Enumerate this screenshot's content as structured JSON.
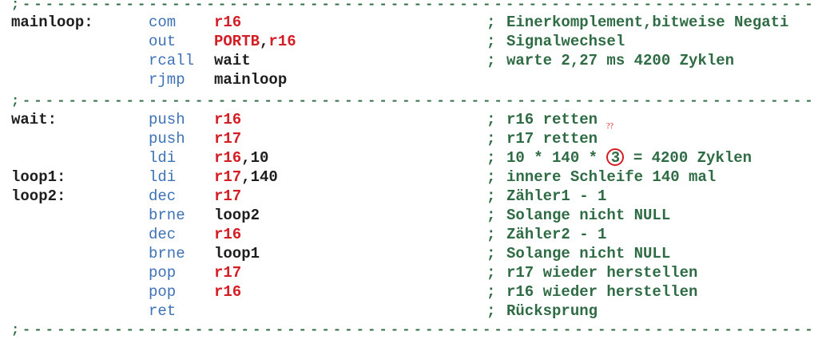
{
  "separator_char": ";",
  "rows": [
    {
      "label": "mainloop:",
      "op": "com",
      "args": [
        {
          "t": "r16",
          "reg": true
        }
      ],
      "comment": "Einerkomplement,bitweise Negati"
    },
    {
      "label": "",
      "op": "out",
      "args": [
        {
          "t": "PORTB",
          "reg": true
        },
        {
          "t": ",",
          "reg": false
        },
        {
          "t": "r16",
          "reg": true
        }
      ],
      "comment": "Signalwechsel"
    },
    {
      "label": "",
      "op": "rcall",
      "args": [
        {
          "t": "wait",
          "reg": false
        }
      ],
      "comment": "warte 2,27 ms 4200 Zyklen"
    },
    {
      "label": "",
      "op": "rjmp",
      "args": [
        {
          "t": "mainloop",
          "reg": false
        }
      ],
      "comment": ""
    },
    {
      "label": "wait:",
      "op": "push",
      "args": [
        {
          "t": "r16",
          "reg": true
        }
      ],
      "comment": "r16 retten"
    },
    {
      "label": "",
      "op": "push",
      "args": [
        {
          "t": "r17",
          "reg": true
        }
      ],
      "comment": "r17 retten"
    },
    {
      "label": "",
      "op": "ldi",
      "args": [
        {
          "t": "r16",
          "reg": true
        },
        {
          "t": ",10",
          "reg": false
        }
      ],
      "comment_parts": [
        "10 * 140 * ",
        "3",
        " = 4200 Zyklen"
      ]
    },
    {
      "label": "loop1:",
      "op": "ldi",
      "args": [
        {
          "t": "r17",
          "reg": true
        },
        {
          "t": ",140",
          "reg": false
        }
      ],
      "comment": "innere Schleife 140 mal"
    },
    {
      "label": "loop2:",
      "op": "dec",
      "args": [
        {
          "t": "r17",
          "reg": true
        }
      ],
      "comment": "Zähler1 - 1"
    },
    {
      "label": "",
      "op": "brne",
      "args": [
        {
          "t": "loop2",
          "reg": false
        }
      ],
      "comment": "Solange nicht NULL"
    },
    {
      "label": "",
      "op": "dec",
      "args": [
        {
          "t": "r16",
          "reg": true
        }
      ],
      "comment": "Zähler2 - 1"
    },
    {
      "label": "",
      "op": "brne",
      "args": [
        {
          "t": "loop1",
          "reg": false
        }
      ],
      "comment": "Solange nicht NULL"
    },
    {
      "label": "",
      "op": "pop",
      "args": [
        {
          "t": "r17",
          "reg": true
        }
      ],
      "comment": "r17 wieder herstellen"
    },
    {
      "label": "",
      "op": "pop",
      "args": [
        {
          "t": "r16",
          "reg": true
        }
      ],
      "comment": "r16 wieder herstellen"
    },
    {
      "label": "",
      "op": "ret",
      "args": [],
      "comment": "Rücksprung"
    }
  ],
  "comment_prefix": ";",
  "annotation": "??",
  "colors": {
    "opcode": "#3f72b5",
    "register": "#d41e26",
    "comment": "#2f6b44",
    "text": "#1e1e1e"
  }
}
